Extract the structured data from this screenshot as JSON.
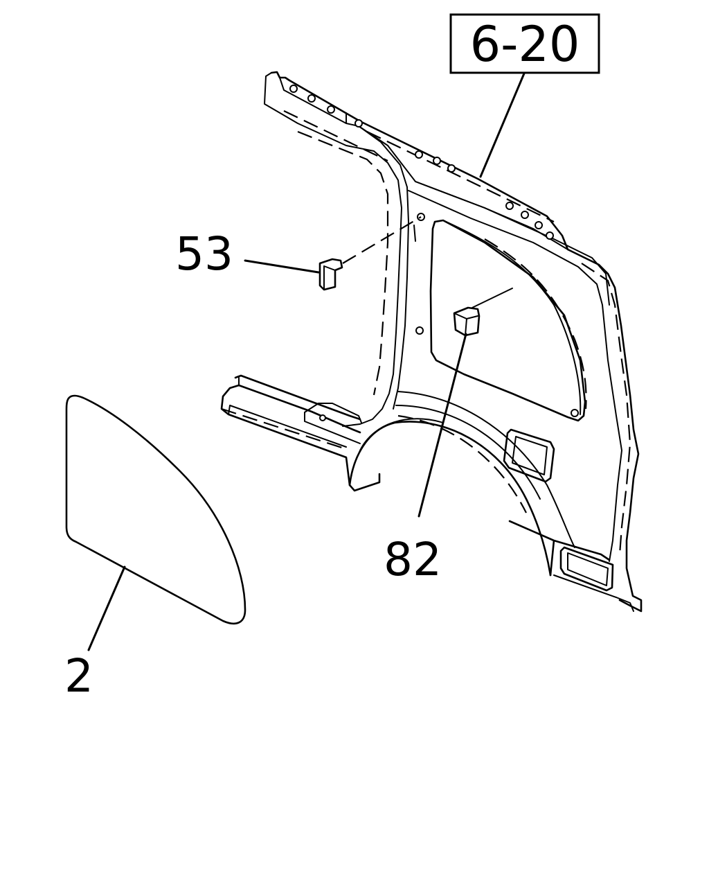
{
  "diagram": {
    "reference_box": "6-20",
    "callouts": {
      "clip_upper": "53",
      "clip_lower": "82",
      "quarter_glass": "2"
    },
    "colors": {
      "line": "#000000",
      "background": "#ffffff"
    }
  }
}
